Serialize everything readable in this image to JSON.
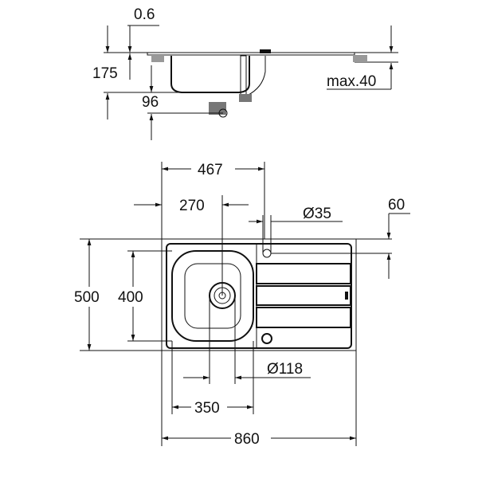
{
  "title": "Kitchen sink dimension drawing",
  "side_view": {
    "thickness": "0.6",
    "depth": "175",
    "drain_height": "96",
    "countertop_max": "max.40"
  },
  "top_view": {
    "tap_offset": "467",
    "bowl_center": "270",
    "tap_hole": "Ø35",
    "tap_from_edge": "60",
    "width": "500",
    "bowl_width": "400",
    "drain": "Ø118",
    "bowl_length": "350",
    "length": "860"
  },
  "colors": {
    "line": "#111111",
    "background": "#ffffff"
  }
}
